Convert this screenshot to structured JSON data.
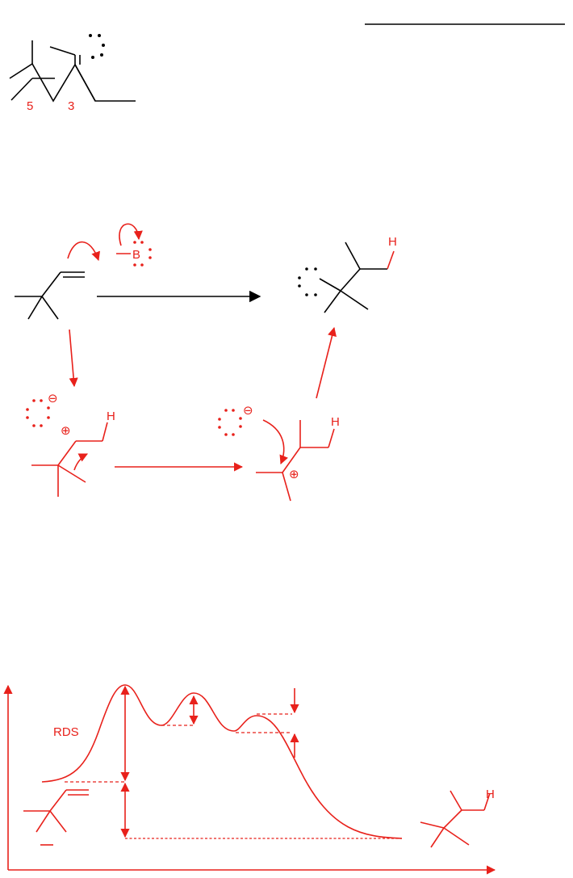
{
  "colors": {
    "accent": "#e8211b",
    "ink": "#000000"
  },
  "top_structure": {
    "locant_5": "5",
    "locant_3": "3"
  },
  "mechanism": {
    "reagent_atom": "B",
    "hydrogen": "H",
    "charge_plus": "⊕",
    "charge_minus": "⊖"
  },
  "energy_diagram": {
    "rds_label": "RDS",
    "hydrogen": "H"
  }
}
